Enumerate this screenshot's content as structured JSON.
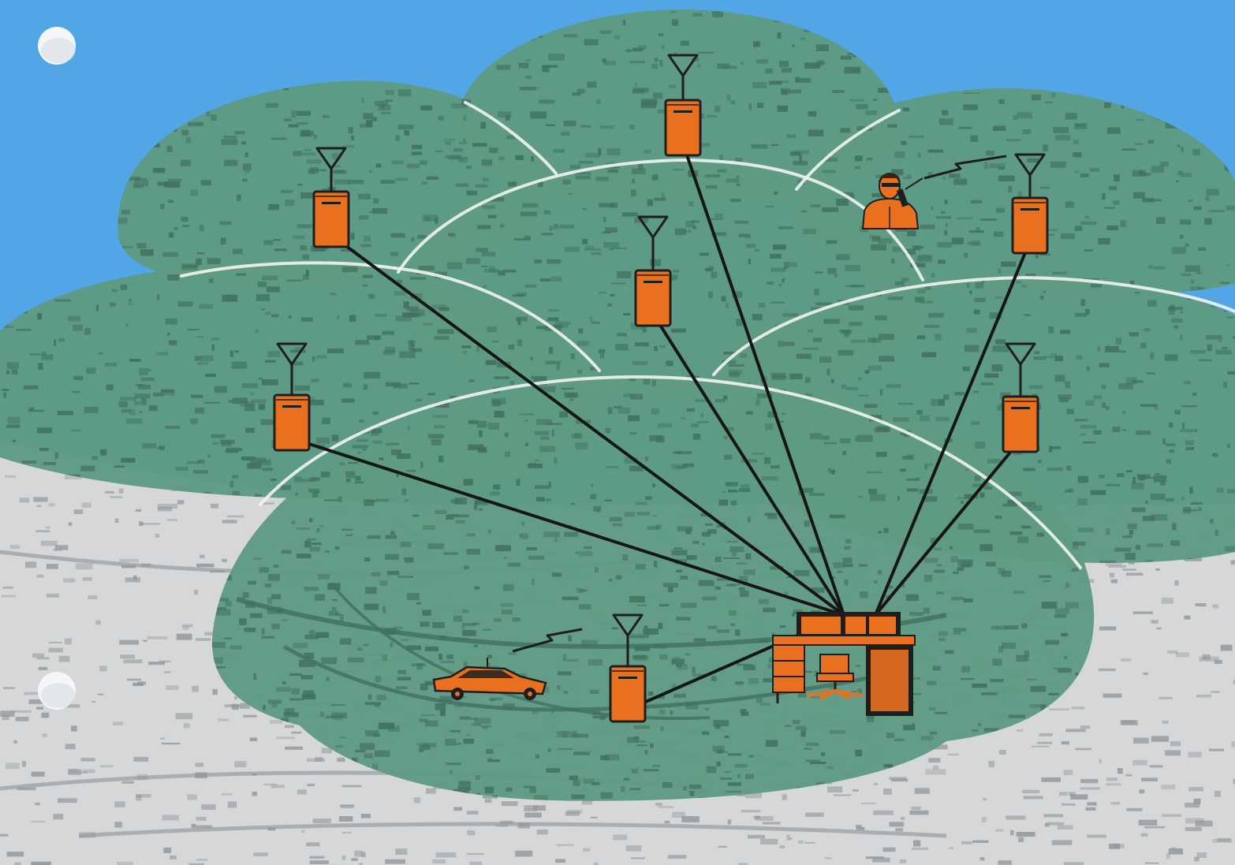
{
  "colors": {
    "sky": "#52a6e6",
    "ground": "#d5d7d8",
    "ground_texture": "#8f9396",
    "coverage_fill": "#5f9a83",
    "coverage_dark": "#41705f",
    "coverage_boundary": "#f1f4f2",
    "equipment": "#e8701e",
    "equipment_outline": "#1e1e1e",
    "link_line": "#161616",
    "binder_hole": "#f4f6f8"
  },
  "diagram": {
    "title": "",
    "description_visible_text": "",
    "coverage_zones": [
      {
        "id": "zone-top-center"
      },
      {
        "id": "zone-upper-left"
      },
      {
        "id": "zone-upper-right"
      },
      {
        "id": "zone-middle-left"
      },
      {
        "id": "zone-middle-right"
      },
      {
        "id": "zone-center"
      },
      {
        "id": "zone-bottom"
      }
    ],
    "repeaters": [
      {
        "id": "repeater-top-center",
        "icon": "repeater-cabinet-icon"
      },
      {
        "id": "repeater-upper-left",
        "icon": "repeater-cabinet-icon"
      },
      {
        "id": "repeater-center",
        "icon": "repeater-cabinet-icon"
      },
      {
        "id": "repeater-upper-right",
        "icon": "repeater-cabinet-icon"
      },
      {
        "id": "repeater-left",
        "icon": "repeater-cabinet-icon"
      },
      {
        "id": "repeater-right",
        "icon": "repeater-cabinet-icon"
      },
      {
        "id": "repeater-bottom",
        "icon": "repeater-cabinet-icon"
      }
    ],
    "control_console": {
      "id": "dispatch-console",
      "icon": "dispatch-console-icon"
    },
    "mobile_units": [
      {
        "id": "vehicle-radio",
        "icon": "car-icon"
      },
      {
        "id": "portable-radio-user",
        "icon": "person-with-handheld-radio-icon"
      }
    ],
    "links": [
      {
        "from": "dispatch-console",
        "to": "repeater-top-center"
      },
      {
        "from": "dispatch-console",
        "to": "repeater-upper-left"
      },
      {
        "from": "dispatch-console",
        "to": "repeater-center"
      },
      {
        "from": "dispatch-console",
        "to": "repeater-upper-right"
      },
      {
        "from": "dispatch-console",
        "to": "repeater-left"
      },
      {
        "from": "dispatch-console",
        "to": "repeater-right"
      },
      {
        "from": "dispatch-console",
        "to": "repeater-bottom"
      }
    ],
    "radio_signals": [
      {
        "from": "vehicle-radio",
        "icon": "lightning-signal-icon"
      },
      {
        "from": "portable-radio-user",
        "icon": "lightning-signal-icon"
      }
    ]
  },
  "binder_holes": [
    {
      "icon": "binder-hole-icon"
    },
    {
      "icon": "binder-hole-icon"
    }
  ]
}
